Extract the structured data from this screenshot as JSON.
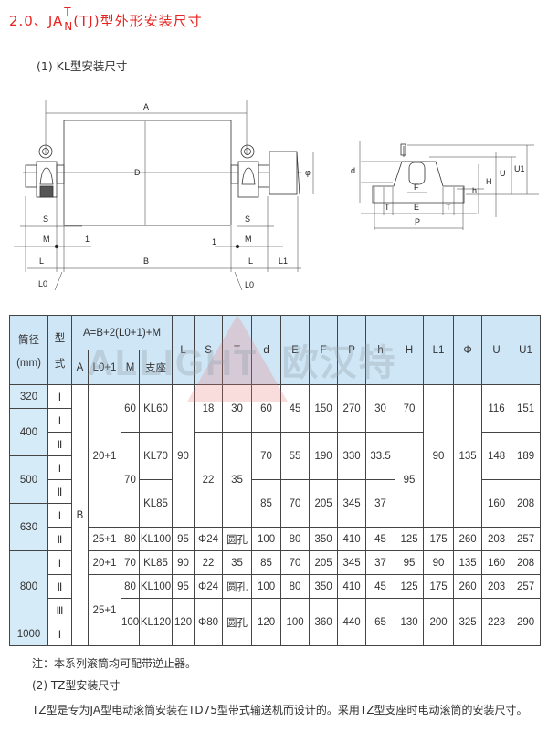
{
  "title": {
    "prefix": "2.0、JA",
    "sup": "T",
    "sub": "N",
    "suffix": "(TJ)型外形安装尺寸"
  },
  "section1": "(1) KL型安装尺寸",
  "diagram_left": {
    "A": "A",
    "D": "D",
    "phi": "φ",
    "S": "S",
    "M": "M",
    "one": "1",
    "L": "L",
    "B": "B",
    "L0": "L0",
    "L1": "L1"
  },
  "diagram_right": {
    "d": "d",
    "F": "F",
    "U": "U",
    "U1": "U1",
    "H": "H",
    "h": "h",
    "T": "T",
    "E": "E",
    "P": "P"
  },
  "watermark": {
    "brand": "ALLIGHT",
    "cn": "欧汉特"
  },
  "table": {
    "header": {
      "diameter": "筒径",
      "diameter_unit": "(mm)",
      "type_top": "型",
      "type_bottom": "式",
      "formula": "A=B+2(L0+1)+M",
      "sub": [
        "A",
        "L0+1",
        "M",
        "支座"
      ],
      "cols": [
        "L",
        "S",
        "T",
        "d",
        "E",
        "F",
        "P",
        "h",
        "H",
        "L1",
        "Φ",
        "U",
        "U1"
      ]
    },
    "rows": [
      [
        {
          "t": "320",
          "rs": 1,
          "b": 1
        },
        {
          "t": "Ⅰ",
          "rs": 1
        },
        {
          "t": "B",
          "rs": 11
        },
        {
          "t": "20+1",
          "rs": 6
        },
        {
          "t": "60",
          "rs": 2
        },
        {
          "t": "KL60",
          "rs": 2
        },
        {
          "t": "90",
          "rs": 6
        },
        {
          "t": "18",
          "rs": 2
        },
        {
          "t": "30",
          "rs": 2
        },
        {
          "t": "60",
          "rs": 2
        },
        {
          "t": "45",
          "rs": 2
        },
        {
          "t": "150",
          "rs": 2
        },
        {
          "t": "270",
          "rs": 2
        },
        {
          "t": "30",
          "rs": 2
        },
        {
          "t": "70",
          "rs": 2
        },
        {
          "t": "90",
          "rs": 6
        },
        {
          "t": "135",
          "rs": 6
        },
        {
          "t": "116",
          "rs": 2
        },
        {
          "t": "151",
          "rs": 2
        }
      ],
      [
        {
          "t": "400",
          "rs": 2,
          "b": 1
        },
        {
          "t": "Ⅰ",
          "rs": 1
        }
      ],
      [
        {
          "t": "Ⅱ",
          "rs": 1
        },
        {
          "t": "70",
          "rs": 4
        },
        {
          "t": "KL70",
          "rs": 2
        },
        {
          "t": "22",
          "rs": 4
        },
        {
          "t": "35",
          "rs": 4
        },
        {
          "t": "70",
          "rs": 2
        },
        {
          "t": "55",
          "rs": 2
        },
        {
          "t": "190",
          "rs": 2
        },
        {
          "t": "330",
          "rs": 2
        },
        {
          "t": "33.5",
          "rs": 2
        },
        {
          "t": "95",
          "rs": 4
        },
        {
          "t": "148",
          "rs": 2
        },
        {
          "t": "189",
          "rs": 2
        }
      ],
      [
        {
          "t": "500",
          "rs": 2,
          "b": 1
        },
        {
          "t": "Ⅰ",
          "rs": 1
        }
      ],
      [
        {
          "t": "Ⅱ",
          "rs": 1
        },
        {
          "t": "KL85",
          "rs": 2
        },
        {
          "t": "85",
          "rs": 2
        },
        {
          "t": "70",
          "rs": 2
        },
        {
          "t": "205",
          "rs": 2
        },
        {
          "t": "345",
          "rs": 2
        },
        {
          "t": "37",
          "rs": 2
        },
        {
          "t": "160",
          "rs": 2
        },
        {
          "t": "208",
          "rs": 2
        }
      ],
      [
        {
          "t": "630",
          "rs": 2,
          "b": 1
        },
        {
          "t": "Ⅰ",
          "rs": 1
        }
      ],
      [
        {
          "t": "Ⅱ",
          "rs": 1
        },
        {
          "t": "25+1",
          "rs": 1
        },
        {
          "t": "80",
          "rs": 1
        },
        {
          "t": "KL100",
          "rs": 1
        },
        {
          "t": "95",
          "rs": 1
        },
        {
          "t": "Φ24",
          "rs": 1
        },
        {
          "t": "圆孔",
          "rs": 1
        },
        {
          "t": "100",
          "rs": 1
        },
        {
          "t": "80",
          "rs": 1
        },
        {
          "t": "350",
          "rs": 1
        },
        {
          "t": "410",
          "rs": 1
        },
        {
          "t": "45",
          "rs": 1
        },
        {
          "t": "125",
          "rs": 1
        },
        {
          "t": "175",
          "rs": 1
        },
        {
          "t": "260",
          "rs": 1
        },
        {
          "t": "203",
          "rs": 1
        },
        {
          "t": "257",
          "rs": 1
        }
      ],
      [
        {
          "t": "800",
          "rs": 3,
          "b": 1
        },
        {
          "t": "Ⅰ",
          "rs": 1
        },
        {
          "t": "20+1",
          "rs": 1
        },
        {
          "t": "70",
          "rs": 1
        },
        {
          "t": "KL85",
          "rs": 1
        },
        {
          "t": "90",
          "rs": 1
        },
        {
          "t": "22",
          "rs": 1
        },
        {
          "t": "35",
          "rs": 1
        },
        {
          "t": "85",
          "rs": 1
        },
        {
          "t": "70",
          "rs": 1
        },
        {
          "t": "205",
          "rs": 1
        },
        {
          "t": "345",
          "rs": 1
        },
        {
          "t": "37",
          "rs": 1
        },
        {
          "t": "95",
          "rs": 1
        },
        {
          "t": "90",
          "rs": 1
        },
        {
          "t": "135",
          "rs": 1
        },
        {
          "t": "160",
          "rs": 1
        },
        {
          "t": "208",
          "rs": 1
        }
      ],
      [
        {
          "t": "Ⅱ",
          "rs": 1
        },
        {
          "t": "25+1",
          "rs": 3
        },
        {
          "t": "80",
          "rs": 1
        },
        {
          "t": "KL100",
          "rs": 1
        },
        {
          "t": "95",
          "rs": 1
        },
        {
          "t": "Φ24",
          "rs": 1
        },
        {
          "t": "圆孔",
          "rs": 1
        },
        {
          "t": "100",
          "rs": 1
        },
        {
          "t": "80",
          "rs": 1
        },
        {
          "t": "350",
          "rs": 1
        },
        {
          "t": "410",
          "rs": 1
        },
        {
          "t": "45",
          "rs": 1
        },
        {
          "t": "125",
          "rs": 1
        },
        {
          "t": "175",
          "rs": 1
        },
        {
          "t": "260",
          "rs": 1
        },
        {
          "t": "203",
          "rs": 1
        },
        {
          "t": "257",
          "rs": 1
        }
      ],
      [
        {
          "t": "Ⅲ",
          "rs": 1
        },
        {
          "t": "100",
          "rs": 2
        },
        {
          "t": "KL120",
          "rs": 2
        },
        {
          "t": "120",
          "rs": 2
        },
        {
          "t": "Φ80",
          "rs": 2
        },
        {
          "t": "圆孔",
          "rs": 2
        },
        {
          "t": "120",
          "rs": 2
        },
        {
          "t": "100",
          "rs": 2
        },
        {
          "t": "360",
          "rs": 2
        },
        {
          "t": "440",
          "rs": 2
        },
        {
          "t": "65",
          "rs": 2
        },
        {
          "t": "130",
          "rs": 2
        },
        {
          "t": "200",
          "rs": 2
        },
        {
          "t": "325",
          "rs": 2
        },
        {
          "t": "223",
          "rs": 2
        },
        {
          "t": "290",
          "rs": 2
        }
      ],
      [
        {
          "t": "1000",
          "rs": 1,
          "b": 1
        },
        {
          "t": "Ⅰ",
          "rs": 1
        }
      ]
    ]
  },
  "note": "注：本系列滚筒均可配带逆止器。",
  "section2": "(2) TZ型安装尺寸",
  "paragraph": "TZ型是专为JA型电动滚筒安装在TD75型带式输送机而设计的。采用TZ型支座时电动滚筒的安装尺寸。"
}
